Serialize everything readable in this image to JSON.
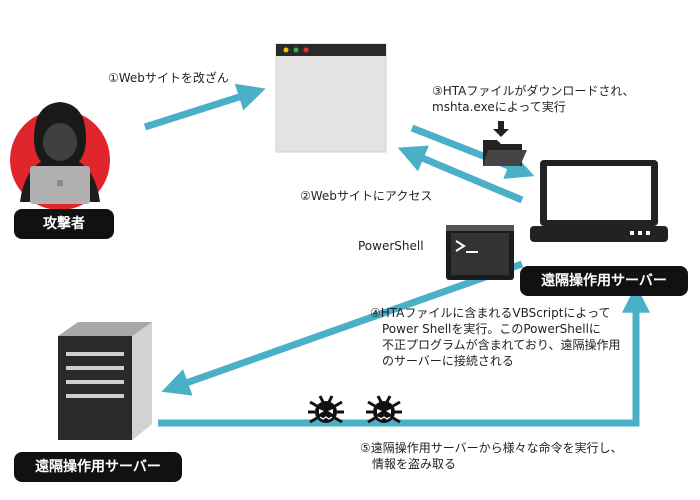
{
  "labels": {
    "attacker": "攻撃者",
    "remote_server_right": "遠隔操作用サーバー",
    "remote_server_left": "遠隔操作用サーバー",
    "powershell": "PowerShell"
  },
  "steps": {
    "step1": "①Webサイトを改ざん",
    "step2": "②Webサイトにアクセス",
    "step3": "③HTAファイルがダウンロードされ、\nmshta.exeによって実行",
    "step4": "④HTAファイルに含まれるVBScriptによって\n　Power Shellを実行。このPowerShellに\n　不正プログラムが含まれており、遠隔操作用\n　のサーバーに接続される",
    "step5": "⑤遠隔操作用サーバーから様々な命令を実行し、\n　情報を盗み取る"
  },
  "colors": {
    "arrow": "#4ab0c8",
    "attacker_circle": "#e0262c",
    "badge": "#111111",
    "browser_dots": [
      "#f5c400",
      "#36b24a",
      "#e8322f"
    ]
  },
  "icons": [
    "hacker-icon",
    "browser-window-icon",
    "laptop-icon",
    "folder-download-icon",
    "powershell-terminal-icon",
    "server-tower-icon",
    "malware-bug-icon"
  ]
}
